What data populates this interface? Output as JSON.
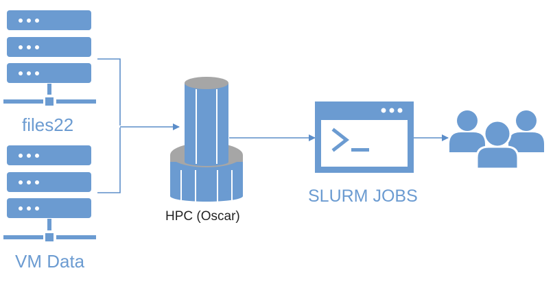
{
  "labels": {
    "files22": "files22",
    "vm_data": "VM Data",
    "hpc": "HPC (Oscar)",
    "slurm": "SLURM JOBS"
  },
  "icons": {
    "server_stack_top": "server-stack-icon",
    "server_stack_bottom": "server-stack-icon",
    "hpc": "database-cylinder-icon",
    "terminal": "terminal-window-icon",
    "users": "users-group-icon"
  },
  "colors": {
    "primary": "#6b9bd1",
    "gray": "#a6a6a6",
    "line": "#5b8dc9",
    "text_dark": "#222222"
  }
}
